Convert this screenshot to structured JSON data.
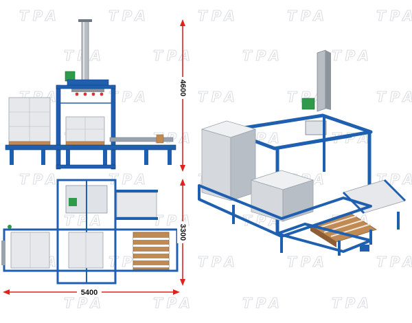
{
  "watermark": {
    "text": "TPA",
    "color": "#d9dce2"
  },
  "dimensions": {
    "height": "4600",
    "depth": "3300",
    "width": "5400",
    "line_color": "#e0211f"
  },
  "colors": {
    "frame_blue": "#1f5fb0",
    "frame_dark": "#123f7c",
    "roller_grey": "#9aa3ad",
    "carton_light": "#e6e8eb",
    "carton_mid": "#c9ced4",
    "carton_dark": "#a9b0b8",
    "pallet_wood": "#c08a55",
    "pallet_dark": "#8d5e33",
    "motor_green": "#2e9a4a",
    "column_grey": "#b9bec5"
  },
  "views": [
    "front-view",
    "top-view",
    "isometric-view"
  ]
}
